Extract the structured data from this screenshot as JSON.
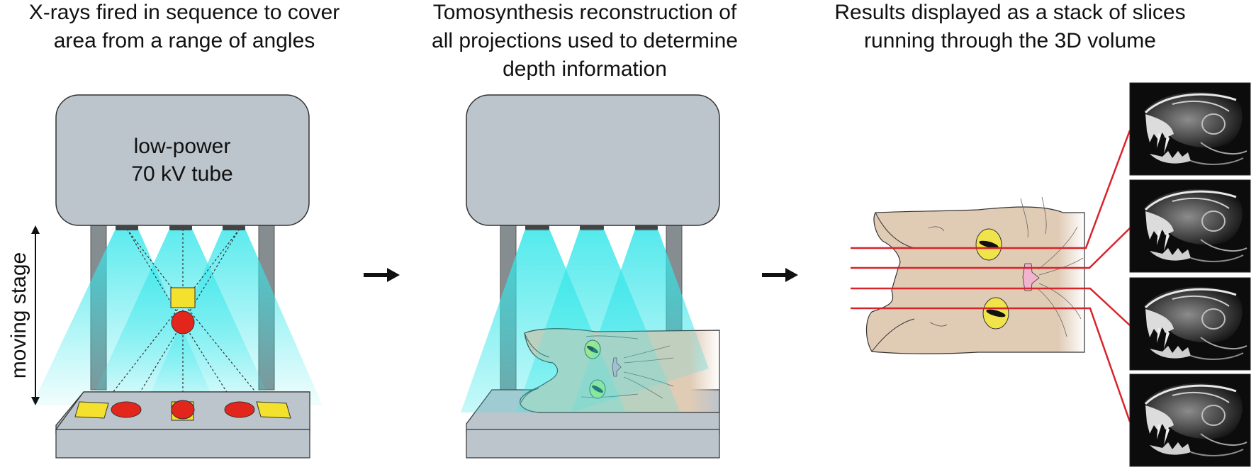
{
  "captions": {
    "step1": {
      "line1": "X-rays fired in sequence to cover",
      "line2": "area from a range of angles"
    },
    "step2": {
      "line1": "Tomosynthesis reconstruction of",
      "line2": "all projections used to determine",
      "line3": "depth information"
    },
    "step3": {
      "line1": "Results displayed as a stack of slices",
      "line2": "running through the 3D volume"
    }
  },
  "tube": {
    "line1": "low-power",
    "line2": "70 kV tube"
  },
  "stage_label": "moving stage",
  "colors": {
    "housing": "#bcc5cc",
    "pillar": "#868d90",
    "beam": "#35e6ea",
    "cat_fur": "#e0cbb5",
    "slice_line": "#d8232a",
    "marker_red": "#e3261c",
    "marker_yellow": "#f3e12d"
  }
}
